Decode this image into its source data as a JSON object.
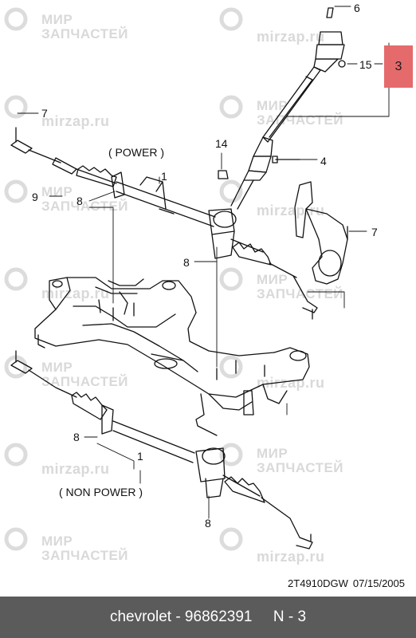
{
  "watermark": {
    "brand_line1": "МИР",
    "brand_line2": "ЗАПЧАСТЕЙ",
    "url": "mirzap.ru"
  },
  "labels": {
    "power": "( POWER )",
    "non_power": "( NON POWER )"
  },
  "callouts": {
    "c6": "6",
    "c15": "15",
    "c3": "3",
    "c7a": "7",
    "c7b": "7",
    "c14": "14",
    "c4": "4",
    "c1a": "1",
    "c1b": "1",
    "c9": "9",
    "c8a": "8",
    "c8b": "8",
    "c8c": "8",
    "c8d": "8"
  },
  "reference": {
    "code": "2T4910DGW",
    "date": "07/15/2005"
  },
  "footer": {
    "text": "chevrolet - 96862391     N - 3"
  }
}
